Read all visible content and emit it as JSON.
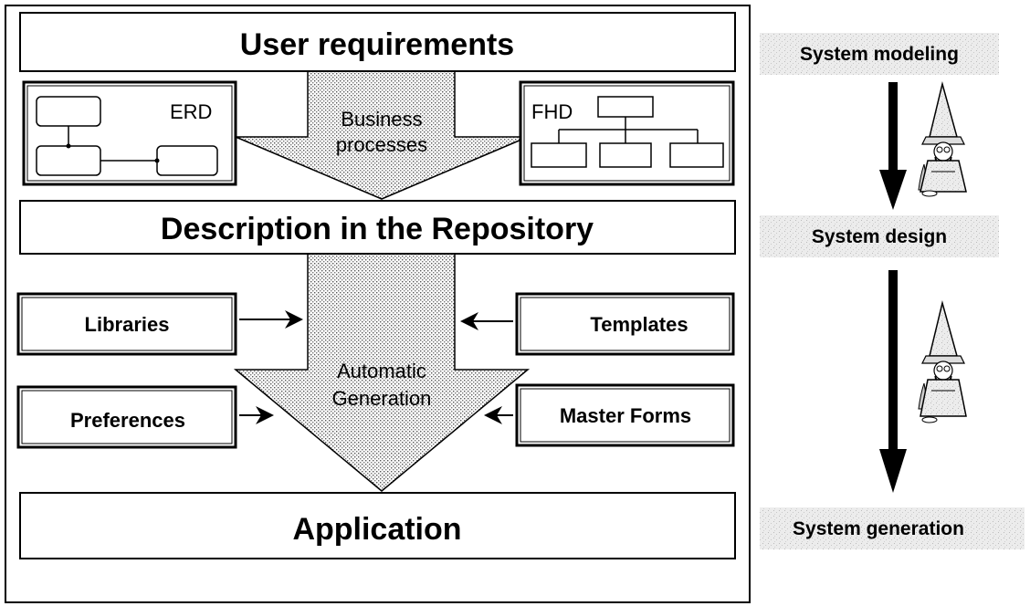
{
  "diagram": {
    "main_boxes": {
      "user_requirements": "User requirements",
      "description_repository": "Description in the Repository",
      "application": "Application"
    },
    "arrows": {
      "business_processes": [
        "Business",
        "processes"
      ],
      "automatic_generation": [
        "Automatic",
        "Generation"
      ]
    },
    "side_boxes": {
      "erd": "ERD",
      "fhd": "FHD",
      "libraries": "Libraries",
      "templates": "Templates",
      "preferences": "Preferences",
      "master_forms": "Master Forms"
    },
    "stages": {
      "system_modeling": "System modeling",
      "system_design": "System design",
      "system_generation": "System generation"
    },
    "icons": [
      "wizard-icon",
      "wizard-icon"
    ],
    "colors": {
      "stipple": "#b8b8b8",
      "stage_band": "#e2e2e2",
      "line": "#000000"
    }
  }
}
